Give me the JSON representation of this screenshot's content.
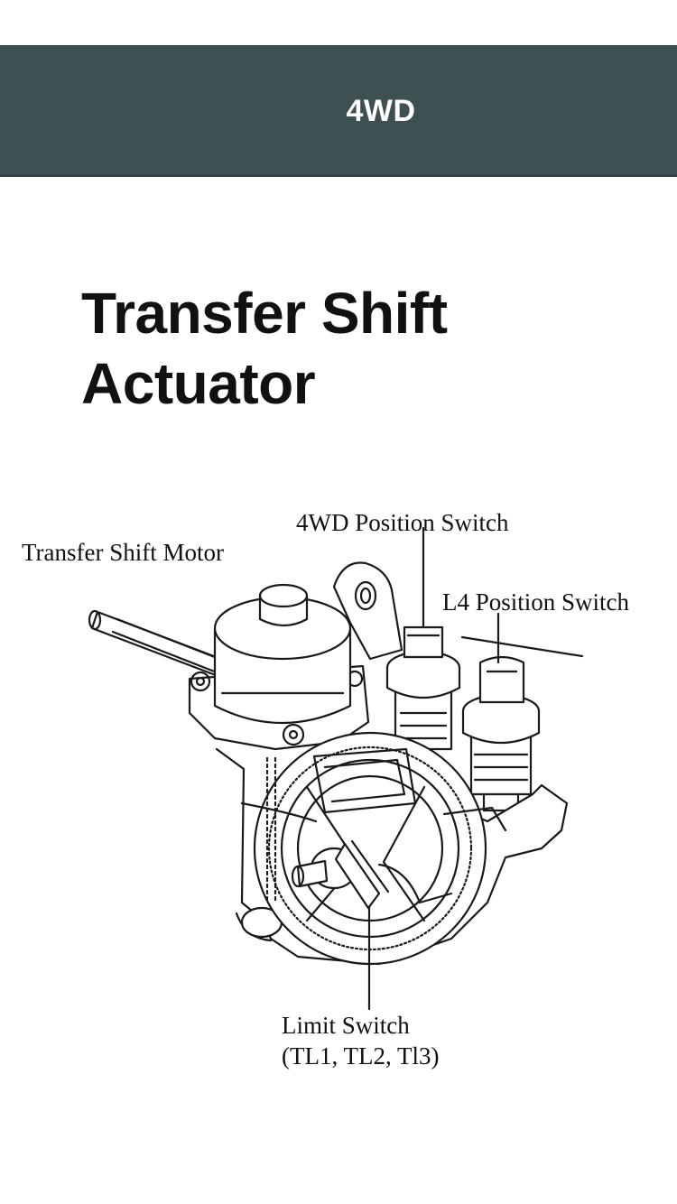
{
  "header": {
    "title": "4WD"
  },
  "page": {
    "title": "Transfer Shift Actuator"
  },
  "diagram": {
    "labels": {
      "transfer_shift_motor": "Transfer Shift Motor",
      "four_wd_position_switch": "4WD Position Switch",
      "l4_position_switch": "L4 Position Switch",
      "limit_switch": "Limit Switch",
      "limit_switch_terminals": "(TL1, TL2, Tl3)"
    }
  },
  "colors": {
    "header_background": "#3f5052",
    "header_text": "#ffffff",
    "title_text": "#111111",
    "line_art": "#1a1a1a"
  }
}
